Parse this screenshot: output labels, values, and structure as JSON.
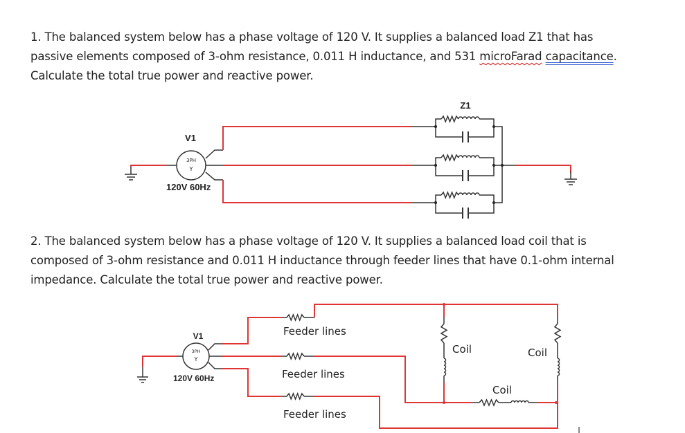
{
  "problem1": {
    "lines": [
      "1. The balanced system below has a phase voltage of 120 V. It supplies a balanced load Z1 that has",
      "passive elements composed of 3-ohm resistance, 0.011 H inductance, and 531 ",
      "Calculate the total true power and reactive power."
    ],
    "spell_word": "microFarad",
    "grammar_word": "capacitance",
    "trailing": ".",
    "diagram": {
      "source_name": "V1",
      "source_type_top": "3PH",
      "source_type_bottom": "Y",
      "source_rating": "120V 60Hz",
      "load_name": "Z1"
    }
  },
  "problem2": {
    "lines": [
      "2. The balanced system below has a phase voltage of 120 V. It supplies a balanced load coil that is",
      "composed of 3-ohm resistance and 0.011 H inductance through feeder lines that have 0.1-ohm internal",
      "impedance. Calculate the total true power and reactive power."
    ],
    "diagram": {
      "source_name": "V1",
      "source_type_top": "3PH",
      "source_type_bottom": "Y",
      "source_rating": "120V 60Hz",
      "feeder_labels": [
        "Feeder lines",
        "Feeder lines",
        "Feeder lines"
      ],
      "coil_labels": [
        "Coil",
        "Coil",
        "Coil"
      ]
    }
  },
  "colors": {
    "wire_red": "#e03535",
    "wire_dark": "#333333",
    "text": "#222222",
    "spell_underline": "#dd1111",
    "grammar_underline": "#3a62d0"
  }
}
